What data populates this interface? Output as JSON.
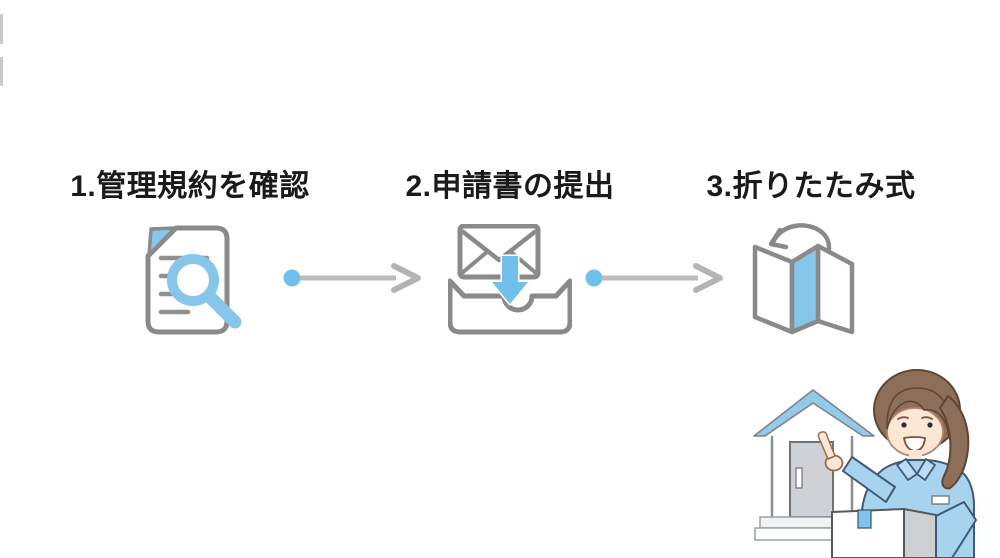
{
  "page": {
    "title": "application-flow-diagram",
    "background": "#ffffff"
  },
  "steps": [
    {
      "label": "1.管理規約を確認",
      "icon": "document-search-icon"
    },
    {
      "label": "2.申請書の提出",
      "icon": "envelope-inbox-icon"
    },
    {
      "label": "3.折りたたみ式",
      "icon": "folding-panel-icon"
    }
  ],
  "connectors": [
    {
      "name": "flow-arrow-1",
      "style": "blue-dot-to-gray-arrow"
    },
    {
      "name": "flow-arrow-2",
      "style": "blue-dot-to-gray-arrow"
    }
  ],
  "illustration": {
    "name": "worker-pointing-at-house",
    "elements": [
      "house-with-blue-roof",
      "female-worker-in-blue-uniform",
      "cardboard-box"
    ]
  },
  "colors": {
    "text": "#1a1a1a",
    "icon_outline_gray": "#8a8a8a",
    "accent_blue": "#85c6ea",
    "arrow_line_gray": "#bdbdbd",
    "arrow_dot_blue": "#6fc0ea",
    "roof_blue": "#93c9e9",
    "shirt_blue": "#a7d3ef",
    "hair_brown": "#8d6e59",
    "skin": "#fce6d4"
  }
}
